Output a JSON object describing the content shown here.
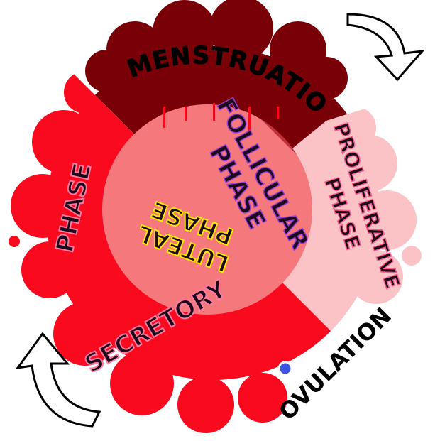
{
  "labels": {
    "menstruation": "MENSTRUATION",
    "follicular_line1": "FOLLICULAR",
    "follicular_line2": "PHASE",
    "proliferative_line1": "PROLIFERATIVE",
    "proliferative_line2": "PHASE",
    "ovulation": "OVULATION",
    "secretory_line1": "SECRETORY",
    "secretory_line2": "PHASE",
    "luteal_line1": "LUTEAL",
    "luteal_line2": "PHASE"
  },
  "colors": {
    "menstruation": "#7a0008",
    "proliferative": "#fcc3c7",
    "secretory": "#fa0a1e",
    "inner_follicular": "#c0303a",
    "inner_luteal": "#f5797c",
    "ovum": "#3b52e0"
  }
}
